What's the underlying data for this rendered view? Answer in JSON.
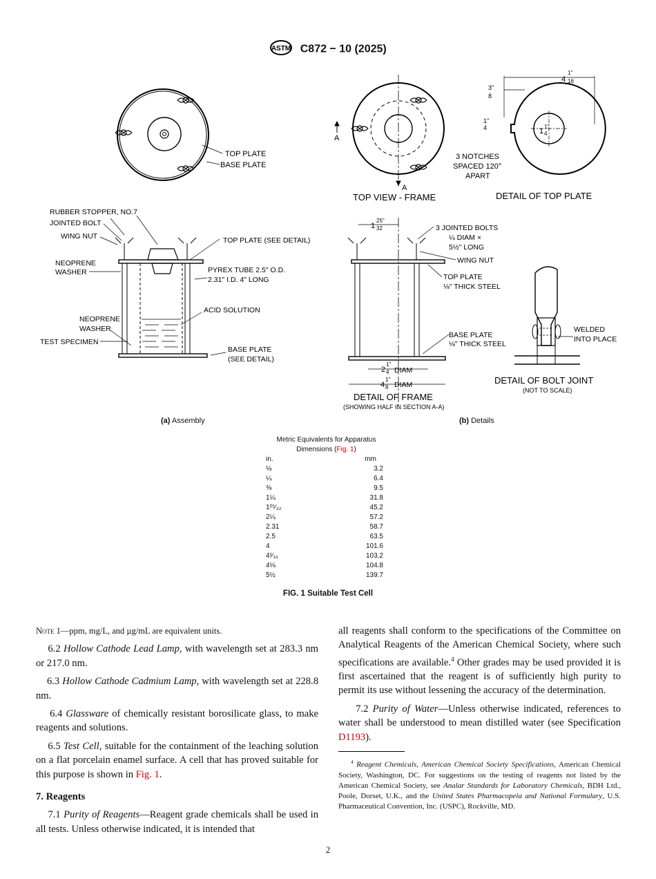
{
  "header": {
    "title": "C872 − 10 (2025)"
  },
  "figure": {
    "labels": {
      "top_plate": "TOP PLATE",
      "base_plate": "BASE PLATE",
      "top_view": "TOP VIEW - FRAME",
      "detail_top_plate": "DETAIL OF TOP PLATE",
      "three_notches_1": "3 NOTCHES",
      "three_notches_2": "SPACED 120°",
      "three_notches_3": "APART",
      "rubber_stopper": "RUBBER STOPPER, NO.7",
      "jointed_bolt": "JOINTED BOLT",
      "wing_nut": "WING NUT",
      "top_plate_see": "TOP PLATE (SEE DETAIL)",
      "neoprene_washer_1": "NEOPRENE",
      "neoprene_washer_2": "WASHER",
      "pyrex_1": "PYREX TUBE 2.5\" O.D.",
      "pyrex_2": "2.31\" I.D. 4\" LONG",
      "acid_solution": "ACID SOLUTION",
      "neoprene2_1": "NEOPRENE",
      "neoprene2_2": "WASHER",
      "test_specimen": "TEST SPECIMEN",
      "base_plate_see_1": "BASE PLATE",
      "base_plate_see_2": "(SEE DETAIL)",
      "bolts_1": "3 JOINTED BOLTS",
      "bolts_2": "¼ DIAM ×",
      "bolts_3": "5½\" LONG",
      "wing_nut2": "WING NUT",
      "top_plate_steel_1": "TOP PLATE",
      "top_plate_steel_2": "⅛\" THICK STEEL",
      "base_plate_steel_1": "BASE PLATE",
      "base_plate_steel_2": "⅛\" THICK STEEL",
      "welded_1": "WELDED",
      "welded_2": "INTO PLACE",
      "detail_frame": "DETAIL OF FRAME",
      "detail_frame_sub": "(SHOWING HALF IN SECTION A-A)",
      "detail_bolt": "DETAIL OF BOLT JOINT",
      "detail_bolt_sub": "(NOT TO SCALE)",
      "diam1": "DIAM",
      "diam2": "DIAM",
      "dim_4_1_16": "4",
      "dim_3_8": "3/8\"",
      "dim_1_4": "1/4\"",
      "dim_1_1_4": "1",
      "dim_1_25_32": "1",
      "dim_2_1_4": "2",
      "dim_4_1_8": "4",
      "a_label": "A"
    },
    "caption_a_letter": "(a)",
    "caption_a": " Assembly",
    "caption_b_letter": "(b)",
    "caption_b": " Details"
  },
  "metric_table": {
    "title_1": "Metric Equivalents for Apparatus",
    "title_2": "Dimensions (",
    "title_link": "Fig. 1",
    "title_3": ")",
    "col_in": "in.",
    "col_mm": "mm",
    "rows": [
      {
        "in": "⅛",
        "mm": "3.2"
      },
      {
        "in": "¼",
        "mm": "6.4"
      },
      {
        "in": "⅜",
        "mm": "9.5"
      },
      {
        "in": "1¼",
        "mm": "31.8"
      },
      {
        "in": "1²⁵⁄₃₂",
        "mm": "45.2"
      },
      {
        "in": "2¼",
        "mm": "57.2"
      },
      {
        "in": "2.31",
        "mm": "58.7"
      },
      {
        "in": "2.5",
        "mm": "63.5"
      },
      {
        "in": "4",
        "mm": "101.6"
      },
      {
        "in": "4¹⁄₁₆",
        "mm": "103.2"
      },
      {
        "in": "4⅛",
        "mm": "104.8"
      },
      {
        "in": "5½",
        "mm": "139.7"
      }
    ]
  },
  "fig_caption": "FIG. 1  Suitable Test Cell",
  "left_col": {
    "note_label": "Note",
    "note_text": " 1—ppm, mg/L, and µg/mL are equivalent units.",
    "p62_num": "6.2 ",
    "p62_em": "Hollow Cathode Lead Lamp,",
    "p62_text": " with wavelength set at 283.3 nm or 217.0 nm.",
    "p63_num": "6.3 ",
    "p63_em": "Hollow Cathode Cadmium Lamp,",
    "p63_text": " with wavelength set at 228.8 nm.",
    "p64_num": "6.4 ",
    "p64_em": "Glassware",
    "p64_text": " of chemically resistant borosilicate glass, to make reagents and solutions.",
    "p65_num": "6.5 ",
    "p65_em": "Test Cell,",
    "p65_text": " suitable for the containment of the leaching solution on a flat porcelain enamel surface. A cell that has proved suitable for this purpose is shown in ",
    "p65_link": "Fig. 1",
    "p65_end": ".",
    "h7": "7. Reagents",
    "p71_num": "7.1 ",
    "p71_em": "Purity of Reagents",
    "p71_text": "—Reagent grade chemicals shall be used in all tests. Unless otherwise indicated, it is intended that"
  },
  "right_col": {
    "p_cont_1": "all reagents shall conform to the specifications of the Committee on Analytical Reagents of the American Chemical Society, where such specifications are available.",
    "p_cont_sup": "4",
    "p_cont_2": " Other grades may be used provided it is first ascertained that the reagent is of sufficiently high purity to permit its use without lessening the accuracy of the determination.",
    "p72_num": "7.2 ",
    "p72_em": "Purity of Water",
    "p72_text": "—Unless otherwise indicated, references to water shall be understood to mean distilled water (see Specification ",
    "p72_link": "D1193",
    "p72_end": ").",
    "fn_sup": "4",
    "fn_em1": "Reagent Chemicals, American Chemical Society Specifications",
    "fn_t1": ", American Chemical Society, Washington, DC. For suggestions on the testing of reagents not listed by the American Chemical Society, see ",
    "fn_em2": "Analar Standards for Laboratory Chemicals",
    "fn_t2": ", BDH Ltd., Poole, Dorset, U.K., and the ",
    "fn_em3": "United States Pharmacopeia and National Formulary",
    "fn_t3": ", U.S. Pharmaceutical Convention, Inc. (USPC), Rockville, MD."
  },
  "page_number": "2"
}
